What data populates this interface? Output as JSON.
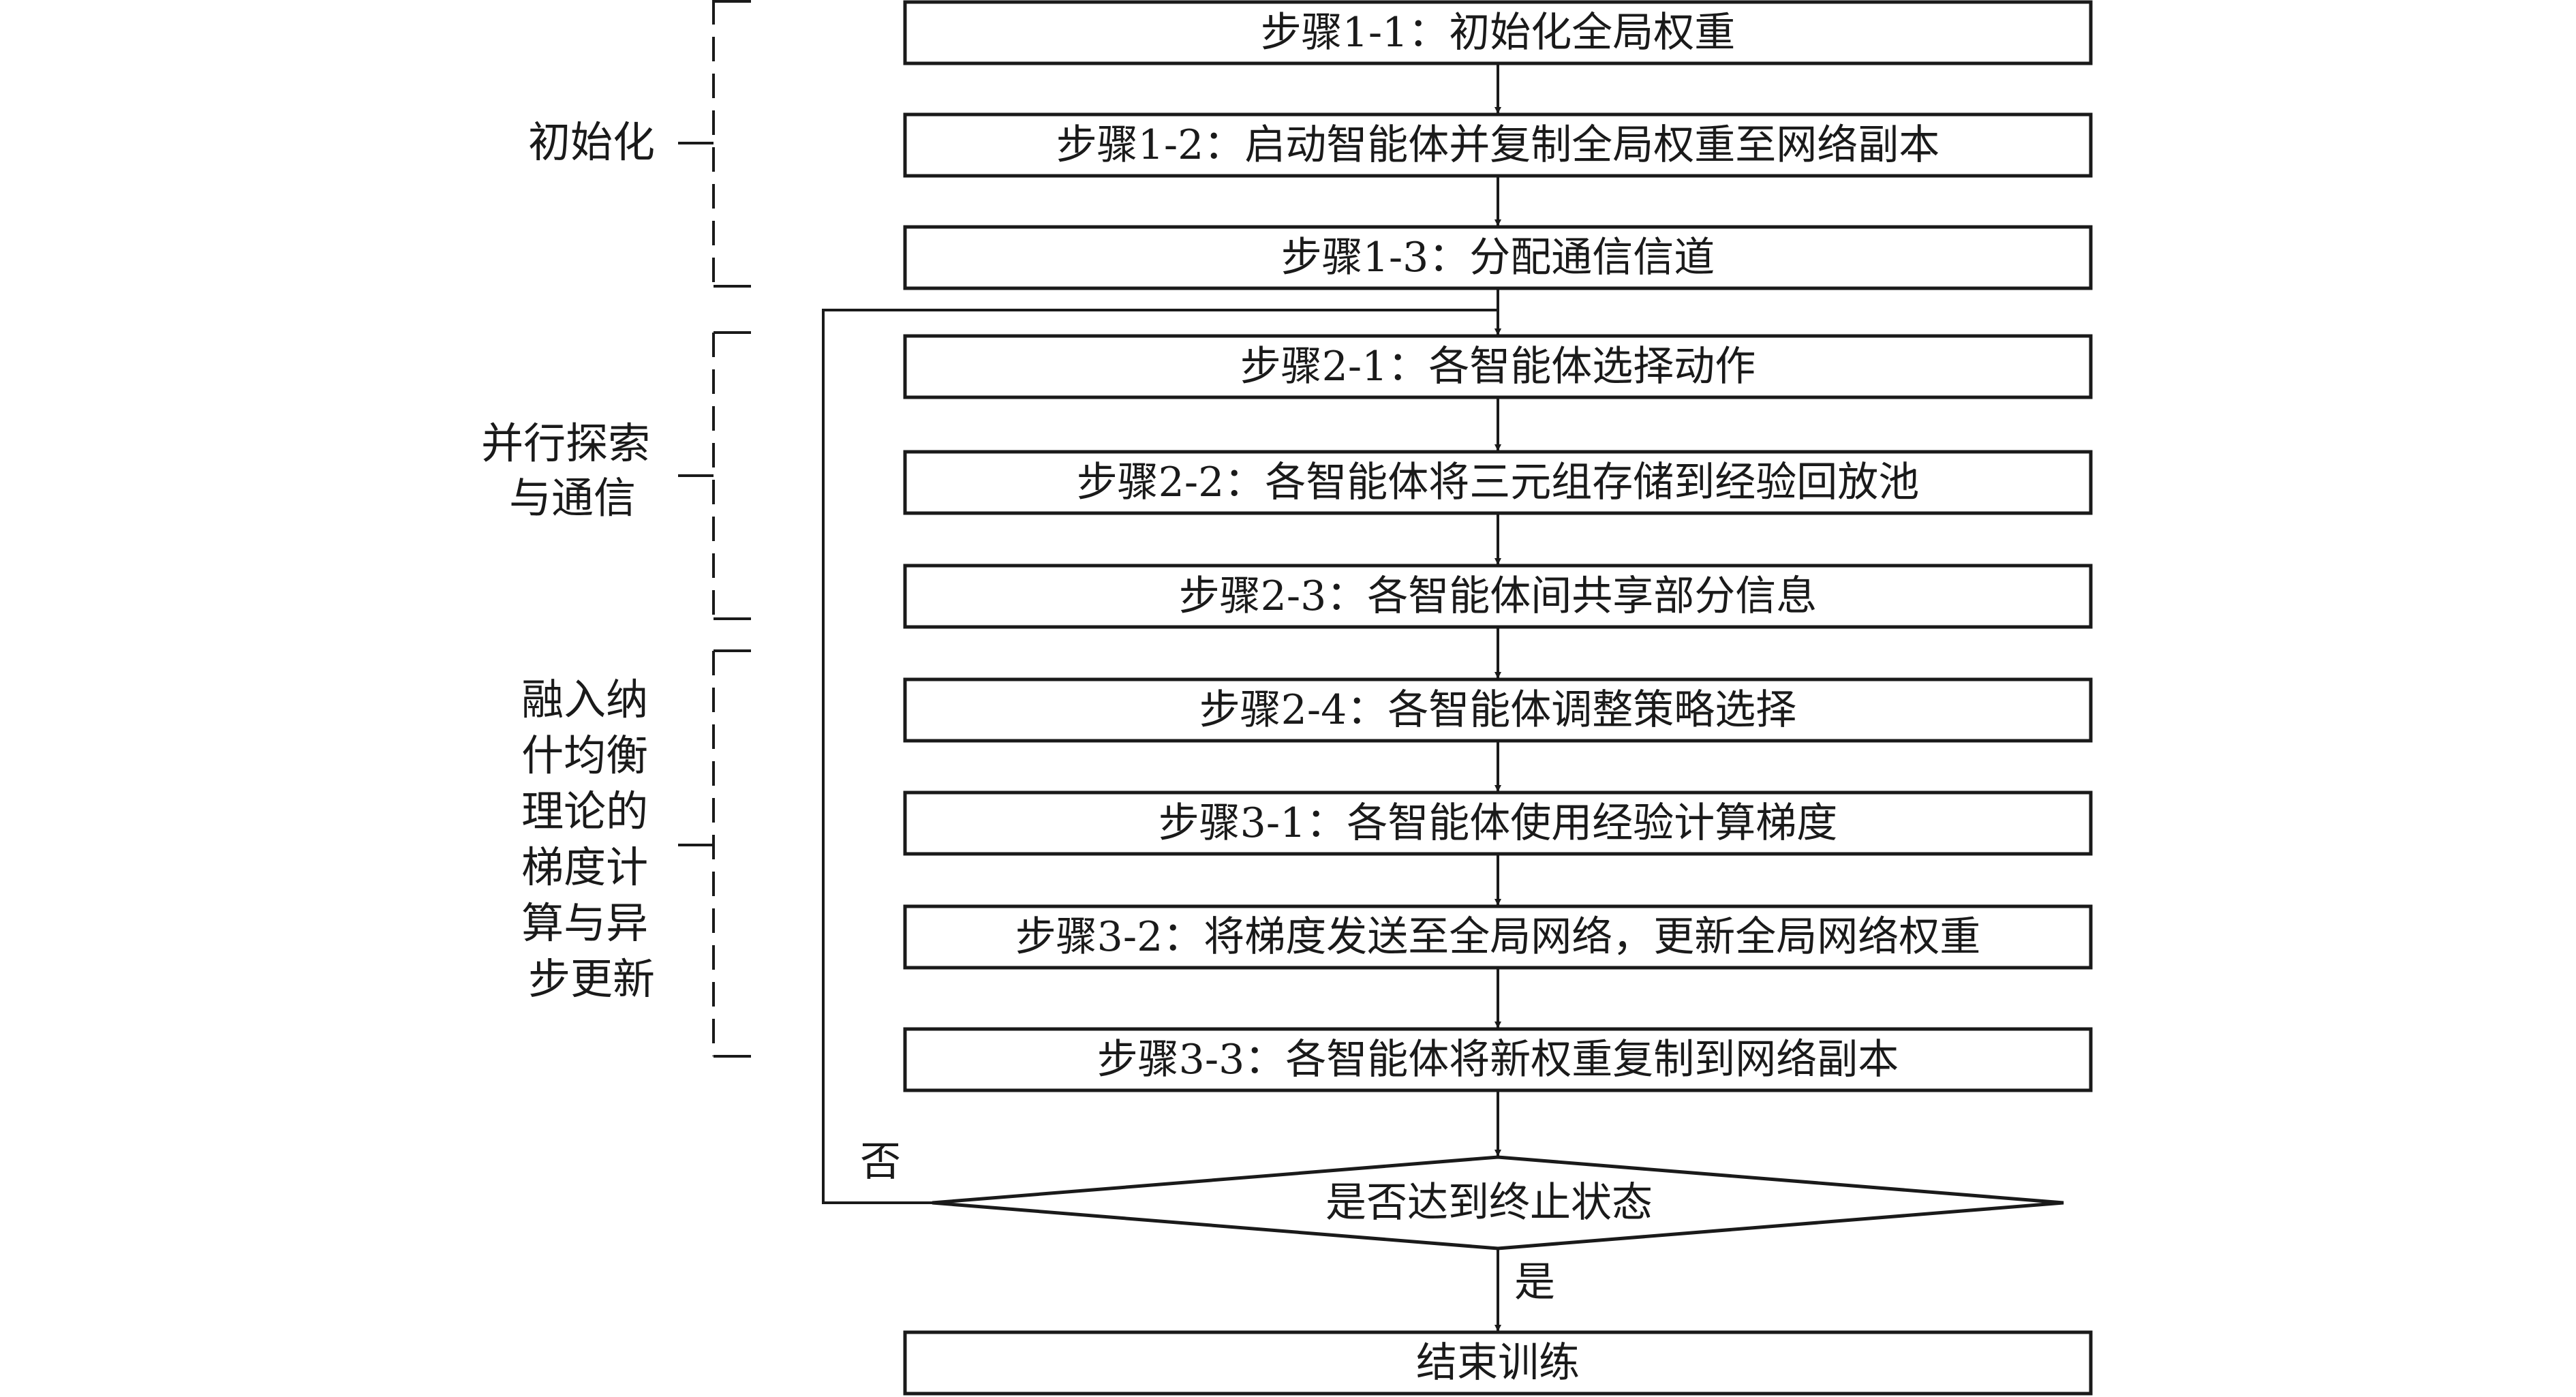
{
  "flow": {
    "steps": [
      "步骤1-1：初始化全局权重",
      "步骤1-2：启动智能体并复制全局权重至网络副本",
      "步骤1-3：分配通信信道",
      "步骤2-1：各智能体选择动作",
      "步骤2-2：各智能体将三元组存储到经验回放池",
      "步骤2-3：各智能体间共享部分信息",
      "步骤2-4：各智能体调整策略选择",
      "步骤3-1：各智能体使用经验计算梯度",
      "步骤3-2：将梯度发送至全局网络，更新全局网络权重",
      "步骤3-3：各智能体将新权重复制到网络副本"
    ],
    "decision": "是否达到终止状态",
    "no_label": "否",
    "yes_label": "是",
    "end": "结束训练"
  },
  "phases": [
    {
      "lines": [
        "初始化"
      ]
    },
    {
      "lines": [
        "并行探索",
        "与通信"
      ]
    },
    {
      "lines": [
        "融入纳",
        "什均衡",
        "理论的",
        "梯度计",
        "算与异",
        "步更新"
      ]
    }
  ]
}
